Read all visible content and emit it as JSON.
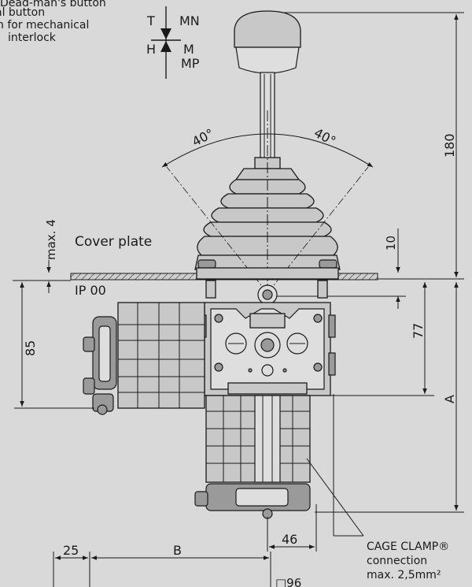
{
  "notes": {
    "line1": "Dead-man's button",
    "line2": "al button",
    "line3": "n for mechanical",
    "line4": "interlock"
  },
  "positions": {
    "top_left": "T",
    "top_right": "MN",
    "mid_left": "H",
    "mid_right": "M",
    "bottom_right": "MP"
  },
  "angles": {
    "left": "40°",
    "right": "40°"
  },
  "labels": {
    "cover_plate": "Cover plate",
    "ip": "IP 00",
    "cage_clamp_1": "CAGE CLAMP®",
    "cage_clamp_2": "connection",
    "cage_clamp_3": "max. 2,5mm²"
  },
  "dimensions": {
    "d180": "180",
    "d10": "10",
    "d77": "77",
    "dA": "A",
    "dmax4": "max. 4",
    "d85": "85",
    "d46": "46",
    "d25": "25",
    "dB": "B",
    "dsq": "□96"
  }
}
